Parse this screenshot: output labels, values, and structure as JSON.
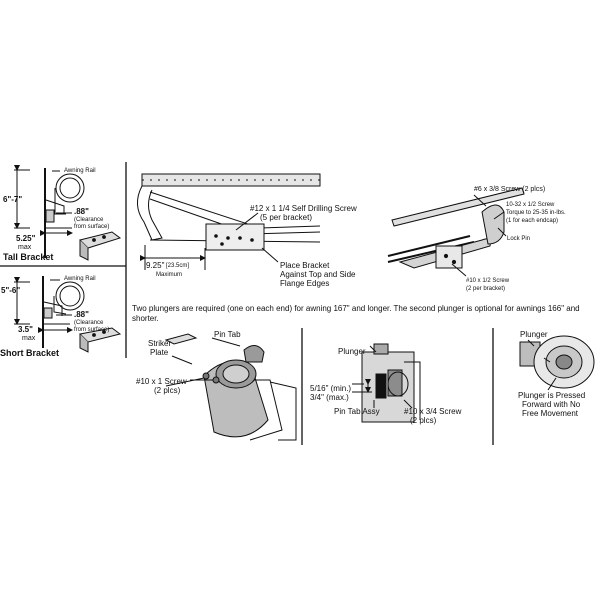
{
  "tall_bracket": {
    "title": "Tall Bracket",
    "awning_rail": "Awning Rail",
    "height": "6\"-7\"",
    "clearance_value": ".88\"",
    "clearance_note_1": "(Clearance",
    "clearance_note_2": "from surface)",
    "max_dim": "5.25\"",
    "max_label": "max"
  },
  "short_bracket": {
    "title": "Short Bracket",
    "awning_rail": "Awning Rail",
    "height": "5\"-6\"",
    "clearance_value": ".88\"",
    "clearance_note_1": "(Clearance",
    "clearance_note_2": "from surface)",
    "max_dim": "3.5\"",
    "max_label": "max"
  },
  "rail_mount": {
    "screw_label": "#12 x 1 1/4 Self Drilling Screw",
    "screw_qty": "(5 per bracket)",
    "dimension": "9.25\"",
    "dimension_metric": "[23.5cm]",
    "maximum_label": "Maximum",
    "place_1": "Place Bracket",
    "place_2": "Against Top and Side",
    "place_3": "Flange Edges"
  },
  "endcap": {
    "screw_6": "#6 x 3/8 Screw (2 plcs)",
    "screw_1032": "10-32 x 1/2 Screw",
    "torque": "Torque to 25-35 in-lbs.",
    "per_endcap": "(1 for each endcap)",
    "lock_pin": "Lock Pin",
    "screw_10": "#10 x 1/2 Screw",
    "per_bracket": "(2 per bracket)"
  },
  "plunger_note": "Two plungers are required (one on each end) for awning 167\" and longer.  The second plunger is optional for awnings 166\" and shorter.",
  "striker": {
    "striker_1": "Striker",
    "striker_2": "Plate",
    "pin_tab": "Pin Tab",
    "screw": "#10 x 1 Screw",
    "qty": "(2 plcs)"
  },
  "plunger_assy": {
    "plunger": "Plunger",
    "min": "5/16\" (min.)",
    "max": "3/4\" (max.)",
    "pin_tab_assy": "Pin Tab Assy",
    "screw": "#10 x 3/4 Screw",
    "qty": "(2 plcs)"
  },
  "plunger_detail": {
    "plunger": "Plunger",
    "line_1": "Plunger is Pressed",
    "line_2": "Forward with No",
    "line_3": "Free Movement"
  }
}
